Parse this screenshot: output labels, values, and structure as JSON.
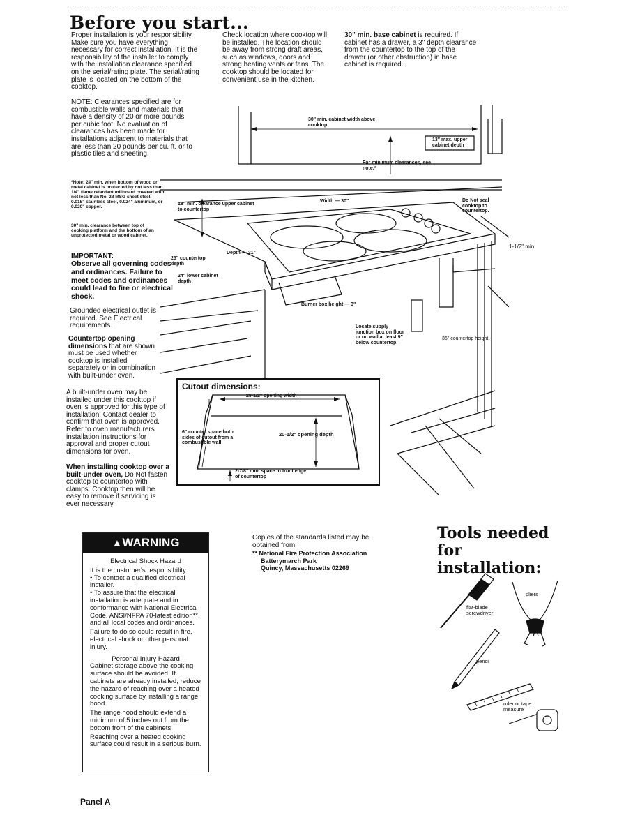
{
  "title": "Before you start...",
  "col1_intro": "Proper installation is your responsibility. Make sure you have everything necessary for correct installation. It is the responsibility of the installer to comply with the installation clearance specified on the serial/rating plate. The serial/rating plate is located on the bottom of the cooktop.",
  "col2_intro": "Check location where cooktop will be installed. The location should be away from strong draft areas, such as windows, doors and strong heating vents or fans. The cooktop should be located for convenient use in the kitchen.",
  "col3_intro_bold": "30\" min. base cabinet",
  "col3_intro_rest": " is required. If cabinet has a drawer, a 3\" depth clearance from the countertop to the top of the drawer (or other obstruction) in base cabinet is required.",
  "note_text": "NOTE: Clearances specified are for combustible walls and materials that have a density of 20 or more pounds per cubic foot. No evaluation of clearances has been made for installations adjacent to materials that are less than 20 pounds per cu. ft. or to plastic tiles and sheeting.",
  "note_24": "*Note: 24\" min. when bottom of wood or metal cabinet is protected by not less than 1/4\" flame retardant millboard covered with not less than No. 28 MSG sheet steel, 0.015\" stainless steel, 0.024\" aluminum, or 0.020\" copper.",
  "note_30": "30\" min. clearance between top of cooking platform and the bottom of an unprotected metal or wood cabinet.",
  "important_label": "IMPORTANT:",
  "important_text": "Observe all governing codes and ordinances. Failure to meet codes and ordinances could lead to fire or electrical shock.",
  "grounded_text": "Grounded electrical outlet is required. See Electrical requirements.",
  "countertop_bold": "Countertop opening dimensions",
  "countertop_rest": " that are shown must be used whether cooktop is installed separately or in combination with built-under oven.",
  "builtunder_text": "A built-under oven may be installed under this cooktop if oven is approved for this type of installation. Contact dealer to confirm that oven is approved. Refer to oven manufacturers installation instructions for approval and proper cutout dimensions for oven.",
  "clamps_bold": "When installing cooktop over a built-under oven,",
  "clamps_rest": " Do Not fasten cooktop to countertop with clamps. Cooktop then will be easy to remove if servicing is ever necessary.",
  "diagram": {
    "cabinet_width": "30\" min. cabinet width above cooktop",
    "upper_depth": "13\" max. upper cabinet depth",
    "min_clear": "For minimum clearances, see note.*",
    "clear_18": "18\" min. clearance upper cabinet to countertop",
    "width_30": "Width — 30\"",
    "do_not_seal": "Do Not seal cooktop to countertop.",
    "one_half": "1-1/2\" min.",
    "depth_21": "Depth — 21\"",
    "counter_depth_25": "25\" countertop depth",
    "lower_depth_24": "24\" lower cabinet depth",
    "burner_box": "Burner box height — 3\"",
    "locate_supply": "Locate supply junction box on floor or on wall at least 9\" below countertop.",
    "counter_height": "36\" countertop height"
  },
  "cutout": {
    "title": "Cutout dimensions:",
    "opening_width": "29-1/2\" opening width",
    "counter_space": "6\" counter space both sides of cutout from a combustible wall",
    "opening_depth": "20-1/2\" opening depth",
    "front_space": "2-7/8\" min. space to front edge of countertop"
  },
  "warning": {
    "header": "WARNING",
    "shock_title": "Electrical Shock Hazard",
    "shock_intro": "It is the customer's responsibility:",
    "bullet1": "• To contact a qualified electrical installer.",
    "bullet2": "• To assure that the electrical installation is adequate and in conformance with National Electrical Code, ANSI/NFPA 70-latest edition**, and all local codes and ordinances.",
    "shock_fail": "Failure to do so could result in fire, electrical shock or other personal injury.",
    "injury_title": "Personal Injury Hazard",
    "injury_p1": "Cabinet storage above the cooking surface should be avoided. If cabinets are already installed, reduce the hazard of reaching over a heated cooking surface by installing a range hood.",
    "injury_p2": "The range hood should extend a minimum of 5 inches out from the bottom front of the cabinets.",
    "injury_p3": "Reaching over a heated cooking surface could result in a serious burn."
  },
  "standards": {
    "intro": "Copies of the standards listed may be obtained from:",
    "org": "** National Fire Protection Association",
    "addr1": "Batterymarch Park",
    "addr2": "Quincy, Massachusetts 02269"
  },
  "tools": {
    "title": "Tools needed for installation:",
    "screwdriver": "flat-blade screwdriver",
    "pliers": "pliers",
    "pencil": "pencil",
    "ruler": "ruler or tape measure"
  },
  "footer": "Panel A"
}
